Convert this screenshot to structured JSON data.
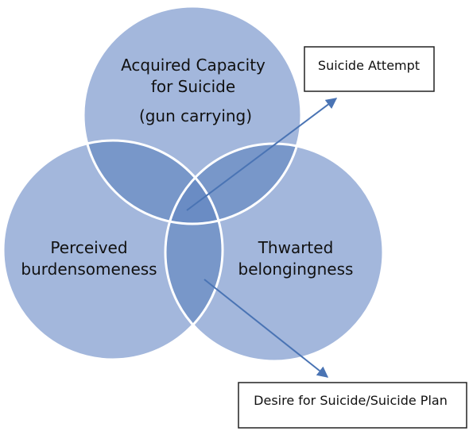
{
  "colors": {
    "circle_fill": "#a3b7dc",
    "pair_overlap_fill": "#7897c9",
    "triple_overlap_fill": "#6a8cc4",
    "circle_stroke": "#ffffff",
    "arrow": "#4a74b4",
    "box_border": "#222222",
    "text": "#111111"
  },
  "circles": {
    "top": {
      "line1": "Acquired Capacity",
      "line2": "for Suicide",
      "line3": "(gun carrying)"
    },
    "left": {
      "line1": "Perceived",
      "line2": "burdensomeness"
    },
    "right": {
      "line1": "Thwarted",
      "line2": "belongingness"
    }
  },
  "boxes": {
    "attempt": {
      "label": "Suicide Attempt"
    },
    "desire": {
      "label": "Desire for Suicide/Suicide Plan"
    }
  }
}
